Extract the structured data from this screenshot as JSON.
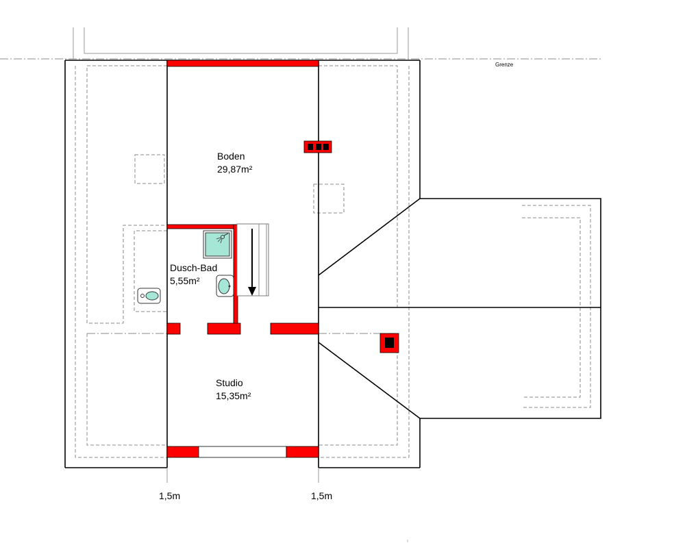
{
  "boundary": {
    "label": "Grenze"
  },
  "rooms": {
    "boden": {
      "name": "Boden",
      "area": "29,87m²"
    },
    "dusch_bad": {
      "name": "Dusch-Bad",
      "area": "5,55m²"
    },
    "studio": {
      "name": "Studio",
      "area": "15,35m²"
    }
  },
  "dimensions": {
    "left": "1,5m",
    "right": "1,5m"
  },
  "colors": {
    "wall_red": "#ff0000",
    "fixture_teal": "#a6e6d6",
    "outline": "#000000",
    "hidden_line_gray": "#8a8a8a",
    "window_white": "#ffffff"
  },
  "symbols": {
    "chimney": "chimney-icon",
    "stair_arrow": "arrow-down-icon",
    "shower": "shower-icon",
    "sink": "sink-icon",
    "toilet": "toilet-icon"
  }
}
